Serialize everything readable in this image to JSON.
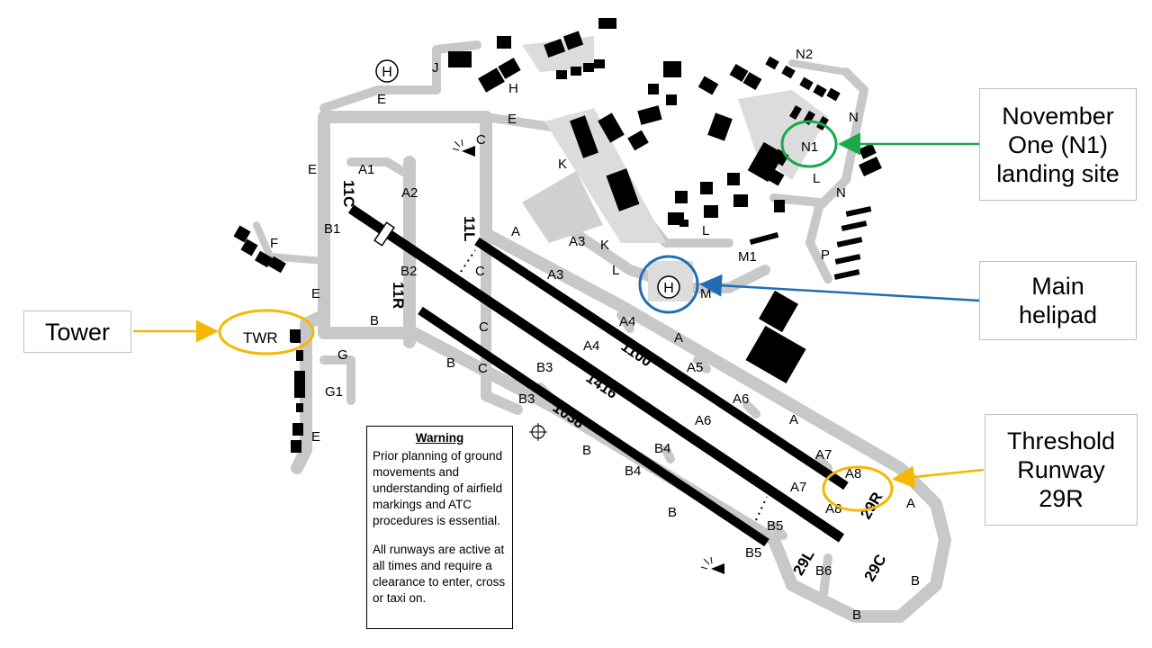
{
  "callouts": {
    "tower": "Tower",
    "n1": "November One (N1) landing site",
    "helipad": "Main helipad",
    "threshold": "Threshold Runway 29R"
  },
  "warning": {
    "title": "Warning",
    "para1": "Prior planning of ground movements and understanding of airfield markings and ATC procedures is essential.",
    "para2": "All runways are active at all times and require a clearance to enter, cross or taxi on."
  },
  "runways": {
    "r11c": "11C",
    "r11l": "11L",
    "r11r": "11R",
    "r29c": "29C",
    "r29l": "29L",
    "r29r": "29R",
    "len_1100": "1100",
    "len_1416": "1416",
    "len_1038": "1038"
  },
  "labels": {
    "twr": "TWR",
    "helipad_symbol": "H",
    "a": "A",
    "a1": "A1",
    "a2": "A2",
    "a3": "A3",
    "a4": "A4",
    "a5": "A5",
    "a6": "A6",
    "a7": "A7",
    "a8": "A8",
    "b": "B",
    "b1": "B1",
    "b2": "B2",
    "b3": "B3",
    "b4": "B4",
    "b5": "B5",
    "b6": "B6",
    "c": "C",
    "e": "E",
    "f": "F",
    "g": "G",
    "g1": "G1",
    "h": "H",
    "j": "J",
    "k": "K",
    "l": "L",
    "m": "M",
    "m1": "M1",
    "n": "N",
    "n1": "N1",
    "n2": "N2",
    "p": "P"
  },
  "colors": {
    "taxiway": "#c8c8c8",
    "runway": "#000000",
    "apron": "#dcdcdc",
    "tower_callout": "#f5b800",
    "n1_callout": "#1aa84a",
    "helipad_callout": "#1f6db5"
  }
}
